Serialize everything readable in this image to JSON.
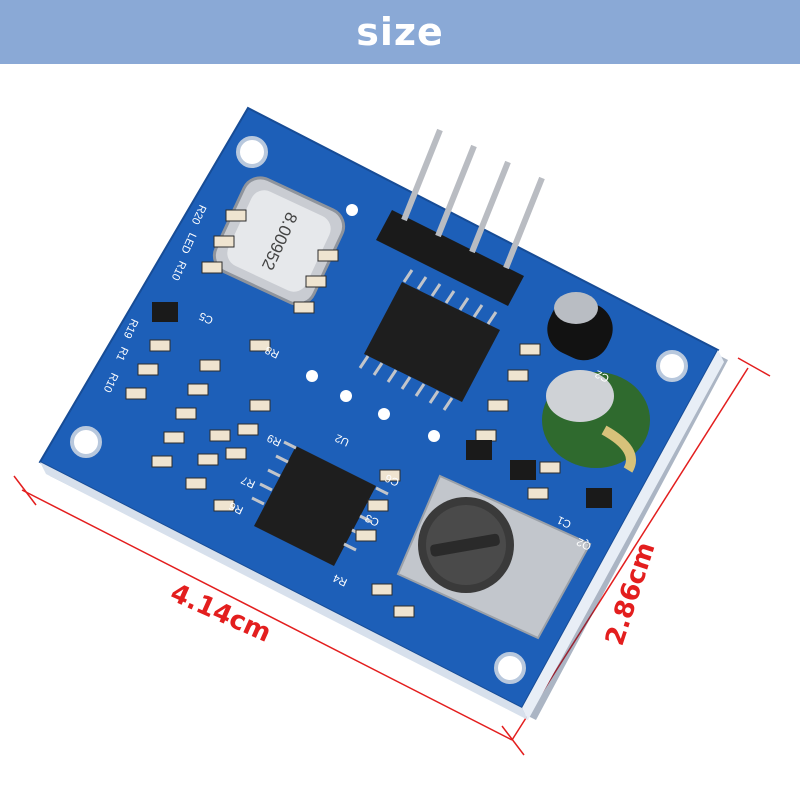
{
  "banner": {
    "title": "size"
  },
  "dimensions": {
    "width_label": "4.14cm",
    "height_label": "2.86cm"
  },
  "board": {
    "crystal_marking": "8.00952",
    "silk_labels": [
      "R20",
      "LED",
      "R10",
      "R19",
      "R1",
      "R10",
      "C5",
      "R8",
      "R9",
      "R7",
      "R6",
      "U2",
      "C6",
      "C3",
      "R4",
      "Q2",
      "C1",
      "C2"
    ]
  },
  "colors": {
    "banner": "#8aa9d6",
    "pcb": "#1d5fb8",
    "dimension": "#e31e1e"
  }
}
